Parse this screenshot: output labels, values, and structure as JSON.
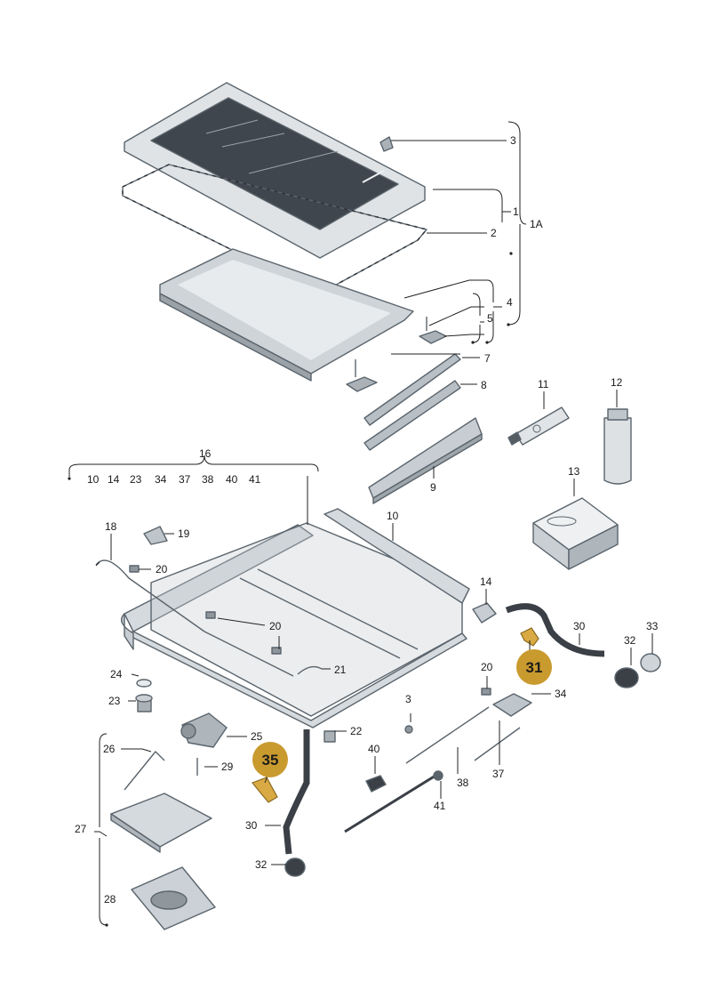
{
  "labels": {
    "l1": "1",
    "l1A": "1A",
    "l2": "2",
    "l3a": "3",
    "l3b": "3",
    "l4": "4",
    "l5": "5",
    "l7": "7",
    "l8": "8",
    "l9": "9",
    "l10": "10",
    "l11": "11",
    "l12": "12",
    "l13": "13",
    "l14": "14",
    "l16": "16",
    "l18": "18",
    "l19": "19",
    "l20a": "20",
    "l20b": "20",
    "l20c": "20",
    "l21": "21",
    "l22": "22",
    "l23": "23",
    "l24": "24",
    "l25": "25",
    "l26": "26",
    "l27": "27",
    "l28": "28",
    "l29": "29",
    "l30a": "30",
    "l30b": "30",
    "l32a": "32",
    "l32b": "32",
    "l33": "33",
    "l34": "34",
    "l37": "37",
    "l38": "38",
    "l40": "40",
    "l41": "41"
  },
  "group16": [
    "10",
    "14",
    "23",
    "34",
    "37",
    "38",
    "40",
    "41"
  ],
  "badges": {
    "b31": "31",
    "b35": "35"
  },
  "colors": {
    "part_fill": "#d9dde1",
    "part_stroke": "#5a646c",
    "glass": "#3f464d",
    "badge": "#c99a2e",
    "highlight_part": "#d9a943"
  }
}
